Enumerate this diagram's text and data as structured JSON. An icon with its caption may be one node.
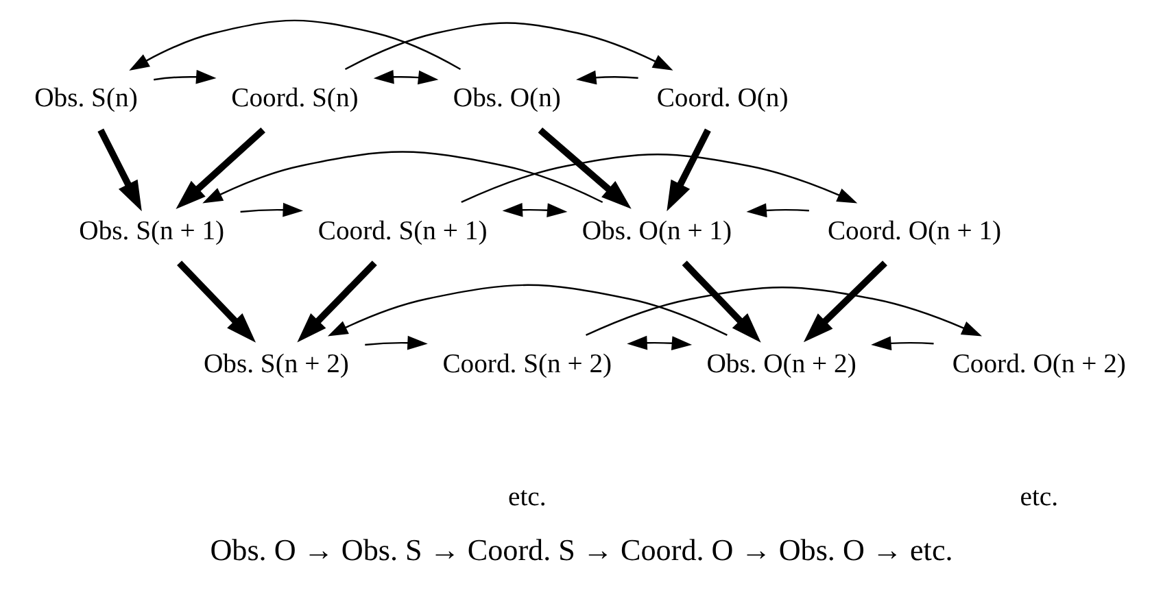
{
  "diagram": {
    "caption": "Obs. O → Obs. S → Coord. S → Coord. O → Obs. O → etc.",
    "nodes": [
      {
        "text": [
          "Obs. S(n)"
        ]
      },
      {
        "text": [
          "Coord. S(n)"
        ]
      },
      {
        "text": [
          "Obs. O(n)"
        ]
      },
      {
        "text": [
          "Coord. O(n)"
        ]
      },
      {
        "text": [
          "Obs. S(n + 1)"
        ]
      },
      {
        "text": [
          "Coord. S(n + 1)"
        ]
      },
      {
        "text": [
          "Obs. O(n + 1)"
        ]
      },
      {
        "text": [
          "Coord. O(n + 1)"
        ]
      },
      {
        "text": [
          "Obs. S(n + 2)"
        ]
      },
      {
        "text": [
          "Coord. S(n + 2)"
        ]
      },
      {
        "text": [
          "Obs. O(n + 2)"
        ]
      },
      {
        "text": [
          "Coord. O(n + 2)"
        ]
      }
    ],
    "edges": [
      {
        "from": 0,
        "to": 1,
        "arrow": "to"
      },
      {
        "from": 1,
        "to": 2,
        "arrow": "both"
      },
      {
        "from": 3,
        "to": 2,
        "arrow": "to"
      },
      {
        "from": 2,
        "to": 0,
        "arrow": "to"
      },
      {
        "from": 1,
        "to": 3,
        "arrow": "to"
      },
      {
        "from": 0,
        "to": 4,
        "arrow": "to",
        "style": "thick"
      },
      {
        "from": 1,
        "to": 4,
        "arrow": "to",
        "style": "thick"
      },
      {
        "from": 2,
        "to": 6,
        "arrow": "to",
        "style": "thick"
      },
      {
        "from": 3,
        "to": 6,
        "arrow": "to",
        "style": "thick"
      },
      {
        "from": 4,
        "to": 5,
        "arrow": "to"
      },
      {
        "from": 5,
        "to": 6,
        "arrow": "both"
      },
      {
        "from": 7,
        "to": 6,
        "arrow": "to"
      },
      {
        "from": 6,
        "to": 4,
        "arrow": "to"
      },
      {
        "from": 5,
        "to": 7,
        "arrow": "to"
      },
      {
        "from": 4,
        "to": 8,
        "arrow": "to",
        "style": "thick"
      },
      {
        "from": 5,
        "to": 8,
        "arrow": "to",
        "style": "thick"
      },
      {
        "from": 6,
        "to": 10,
        "arrow": "to",
        "style": "thick"
      },
      {
        "from": 7,
        "to": 10,
        "arrow": "to",
        "style": "thick"
      },
      {
        "from": 8,
        "to": 9,
        "arrow": "to"
      },
      {
        "from": 9,
        "to": 10,
        "arrow": "both"
      },
      {
        "from": 11,
        "to": 10,
        "arrow": "to"
      },
      {
        "from": 10,
        "to": 8,
        "arrow": "to"
      },
      {
        "from": 9,
        "to": 11,
        "arrow": "to"
      }
    ],
    "labels": [
      "etc.",
      "etc."
    ]
  }
}
